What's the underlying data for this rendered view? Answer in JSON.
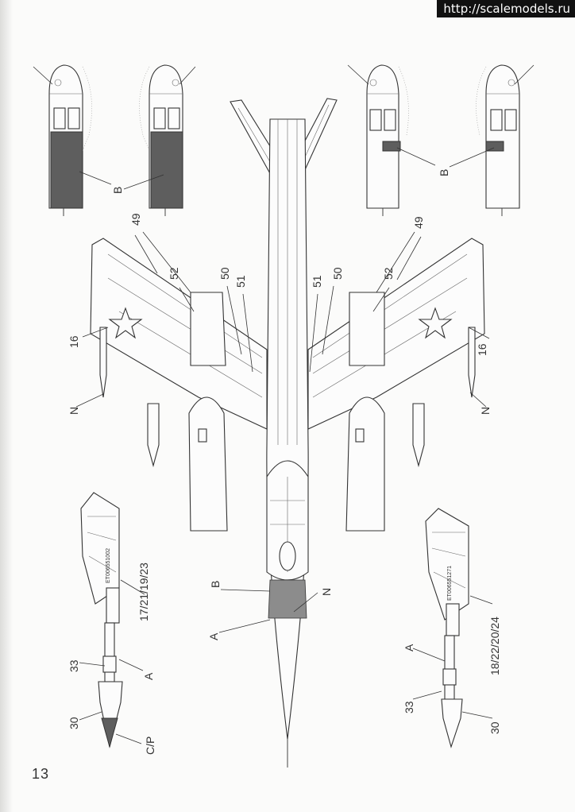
{
  "watermark": "http://scalemodels.ru",
  "page_number": "13",
  "labels": {
    "B": "B",
    "A": "A",
    "N": "N",
    "n16": "16",
    "n30": "30",
    "n33": "33",
    "n49": "49",
    "n50": "50",
    "n51": "51",
    "n52": "52",
    "cp": "C/P",
    "left_pylon_serials": "17/21/19/23",
    "right_pylon_serials": "18/22/20/24",
    "left_missile_code": "ET006551002",
    "right_missile_code": "ET006551271"
  },
  "colors": {
    "line": "#333333",
    "dark_gray_panel": "#5e5e5e",
    "paper": "#fbfbfa"
  }
}
